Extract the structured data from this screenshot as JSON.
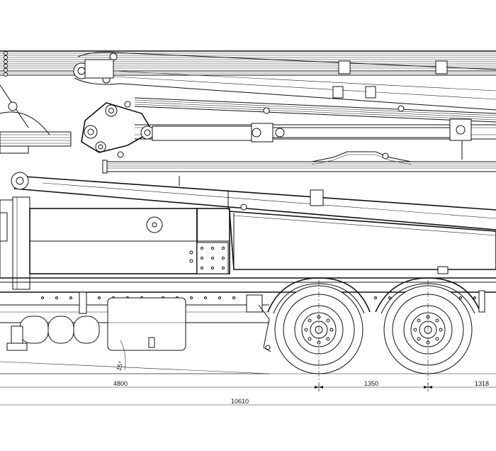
{
  "dimensions": {
    "overall_length": "10610",
    "front_to_axle": "4800",
    "axle_spacing": "1350",
    "rear_overhang": "1318"
  },
  "angle_label": "15°"
}
